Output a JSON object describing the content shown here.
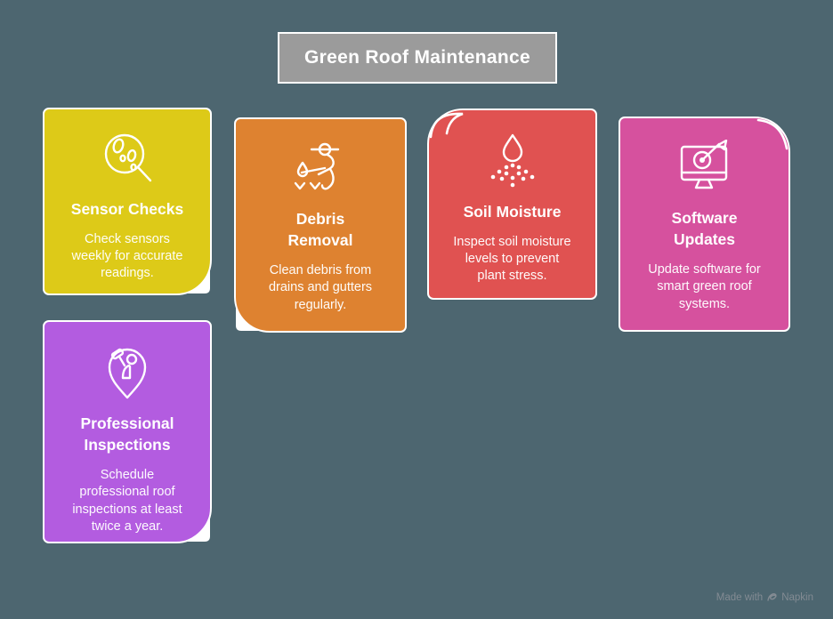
{
  "background_color": "#4d6670",
  "title_box": {
    "label": "Green Roof Maintenance",
    "background": "#9b9b9b",
    "border_color": "#ffffff",
    "text_color": "#ffffff"
  },
  "cards": [
    {
      "id": "sensor-checks",
      "title": "Sensor Checks",
      "body": "Check sensors\nweekly for accurate\nreadings.",
      "color": "#ddca18",
      "icon": "magnifier-specimen-icon",
      "curl_corner": "bottom-right"
    },
    {
      "id": "debris-removal",
      "title": "Debris\nRemoval",
      "body": "Clean debris from\ndrains and gutters\nregularly.",
      "color": "#de8230",
      "icon": "gardener-sweeping-icon",
      "curl_corner": "bottom-left"
    },
    {
      "id": "soil-moisture",
      "title": "Soil Moisture",
      "body": "Inspect soil moisture\nlevels to prevent\nplant stress.",
      "color": "#e05251",
      "icon": "water-drop-spray-icon",
      "curl_corner": "top-left"
    },
    {
      "id": "software-updates",
      "title": "Software\nUpdates",
      "body": "Update software for\nsmart green roof\nsystems.",
      "color": "#d6519e",
      "icon": "monitor-target-dart-icon",
      "curl_corner": "top-right"
    },
    {
      "id": "professional-inspections",
      "title": "Professional\nInspections",
      "body": "Schedule\nprofessional roof\ninspections at least\ntwice a year.",
      "color": "#b35ce0",
      "icon": "inspector-pin-icon",
      "curl_corner": "bottom-right"
    }
  ],
  "footer": {
    "label_prefix": "Made with",
    "brand": "Napkin",
    "icon": "napkin-logo-icon",
    "color": "#838b93"
  }
}
